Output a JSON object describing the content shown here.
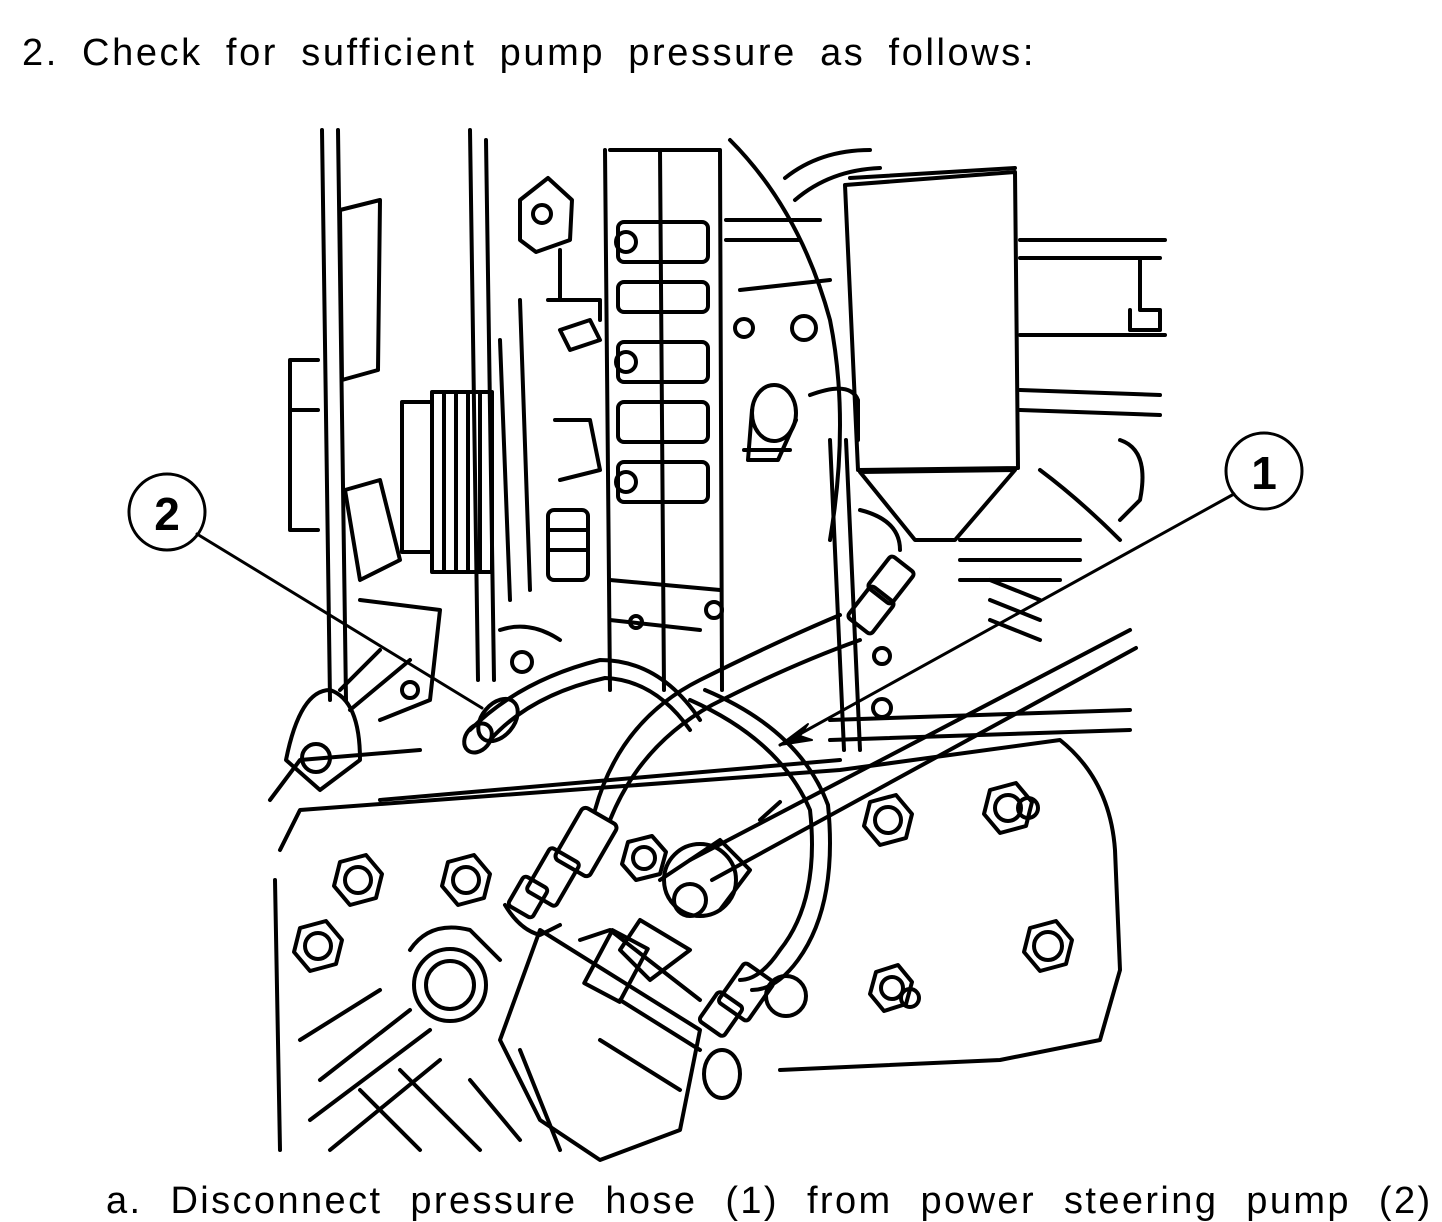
{
  "step": {
    "heading": "2. Check for sufficient pump pressure as follows:"
  },
  "figure": {
    "callouts": [
      {
        "number": "1",
        "target": "pressure-hose"
      },
      {
        "number": "2",
        "target": "power-steering-pump"
      }
    ]
  },
  "substep": {
    "text": "a. Disconnect pressure hose (1) from power steering pump (2)"
  },
  "colors": {
    "ink": "#000000",
    "paper": "#ffffff"
  }
}
